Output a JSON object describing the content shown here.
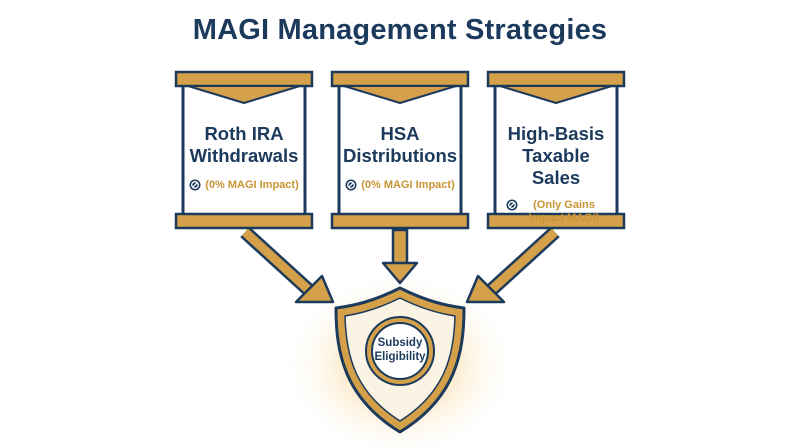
{
  "title": "MAGI Management Strategies",
  "strategies": [
    {
      "title_lines": [
        "Roth IRA",
        "Withdrawals"
      ],
      "note": "(0% MAGI Impact)"
    },
    {
      "title_lines": [
        "HSA",
        "Distributions"
      ],
      "note": "(0% MAGI Impact)"
    },
    {
      "title_lines": [
        "High-Basis",
        "Taxable Sales"
      ],
      "note": "(Only Gains Impact MAGI)"
    }
  ],
  "target": {
    "lines": [
      "Subsidy",
      "Eligibility"
    ]
  },
  "icons": {
    "note": "prohibited-icon"
  },
  "colors": {
    "navy": "#1b3a5c",
    "gold": "#d4a04a",
    "goldDark": "#c99433",
    "cream": "#fbf3e3"
  }
}
